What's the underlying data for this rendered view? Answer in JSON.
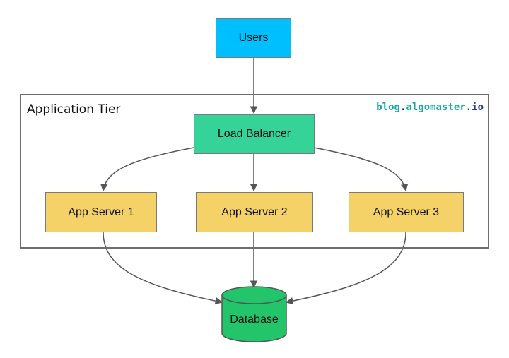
{
  "colors": {
    "users_fill": "#00bfff",
    "load_balancer_fill": "#36d399",
    "app_server_fill": "#f4d267",
    "database_fill": "#22c56a",
    "brand_teal": "#1aa6a6",
    "brand_blue": "#1f3a93",
    "edge": "#555555"
  },
  "tier": {
    "label": "Application Tier"
  },
  "brand": {
    "part1": "blog",
    "dot1": ".",
    "part2": "algomaster",
    "dot2": ".",
    "part3": "io"
  },
  "nodes": {
    "users": "Users",
    "load_balancer": "Load Balancer",
    "app_server_1": "App Server 1",
    "app_server_2": "App Server 2",
    "app_server_3": "App Server 3",
    "database": "Database"
  }
}
